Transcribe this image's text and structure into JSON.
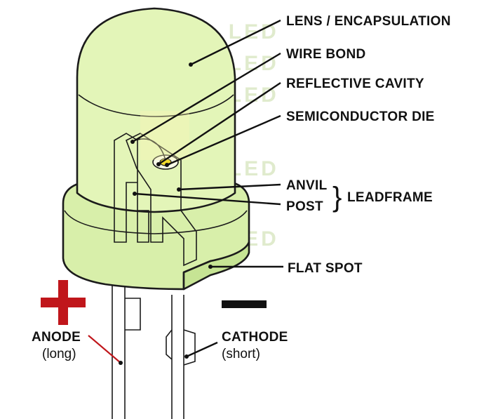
{
  "watermark": "VISUAL LED",
  "labels": {
    "lens": "LENS / ENCAPSULATION",
    "wire_bond": "WIRE BOND",
    "reflective_cavity": "REFLECTIVE CAVITY",
    "semiconductor_die": "SEMICONDUCTOR DIE",
    "anvil": "ANVIL",
    "post": "POST",
    "leadframe": "LEADFRAME",
    "brace": "}",
    "flat_spot": "FLAT SPOT",
    "anode": "ANODE",
    "anode_sub": "(long)",
    "cathode": "CATHODE",
    "cathode_sub": "(short)"
  },
  "colors": {
    "body_fill": "#e3f5b8",
    "body_fill_dark": "#cfe89c",
    "plus_sign": "#c0161b",
    "minus_sign": "#111111",
    "die": "#f2dc2e",
    "leader": "#111111"
  },
  "symbols": {
    "anode_polarity": "plus-sign",
    "cathode_polarity": "minus-sign"
  }
}
